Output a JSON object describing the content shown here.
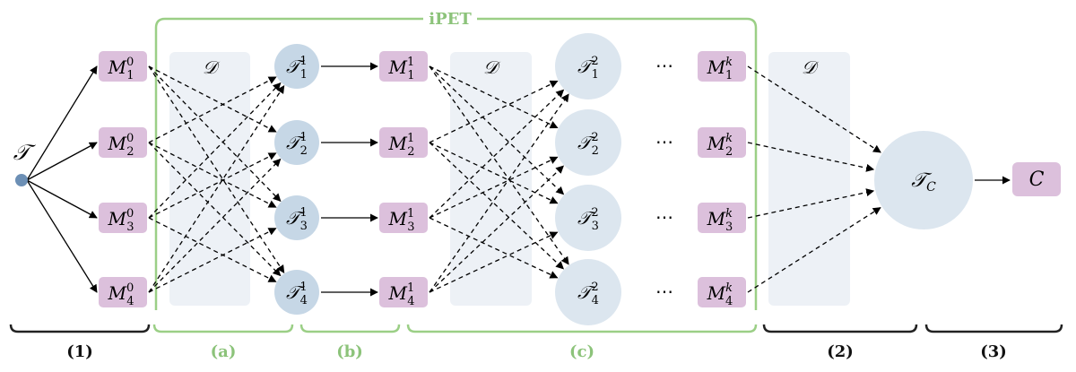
{
  "colors": {
    "green": "#9bcf86",
    "green_text": "#8cc37a",
    "m_box": "#dcc0dc",
    "t_circle": "#c6d7e6",
    "t_big": "#dce6ef",
    "d_panel": "#edf1f6",
    "dot": "#6c8fb5",
    "arrow": "#000000",
    "dark_brace": "#222222"
  },
  "ipet_label": "iPET",
  "task": {
    "symbol": "𝒯"
  },
  "dataset": {
    "symbol": "𝒟"
  },
  "columns": {
    "m0": [
      {
        "base": "M",
        "sub": "1",
        "sup": "0"
      },
      {
        "base": "M",
        "sub": "2",
        "sup": "0"
      },
      {
        "base": "M",
        "sub": "3",
        "sup": "0"
      },
      {
        "base": "M",
        "sub": "4",
        "sup": "0"
      }
    ],
    "t1": [
      {
        "base": "𝒯",
        "sub": "1",
        "sup": "1"
      },
      {
        "base": "𝒯",
        "sub": "2",
        "sup": "1"
      },
      {
        "base": "𝒯",
        "sub": "3",
        "sup": "1"
      },
      {
        "base": "𝒯",
        "sub": "4",
        "sup": "1"
      }
    ],
    "m1": [
      {
        "base": "M",
        "sub": "1",
        "sup": "1"
      },
      {
        "base": "M",
        "sub": "2",
        "sup": "1"
      },
      {
        "base": "M",
        "sub": "3",
        "sup": "1"
      },
      {
        "base": "M",
        "sub": "4",
        "sup": "1"
      }
    ],
    "t2": [
      {
        "base": "𝒯",
        "sub": "1",
        "sup": "2"
      },
      {
        "base": "𝒯",
        "sub": "2",
        "sup": "2"
      },
      {
        "base": "𝒯",
        "sub": "3",
        "sup": "2"
      },
      {
        "base": "𝒯",
        "sub": "4",
        "sup": "2"
      }
    ],
    "ellipsis": "⋯",
    "mk": [
      {
        "base": "M",
        "sub": "1",
        "sup": "k"
      },
      {
        "base": "M",
        "sub": "2",
        "sup": "k"
      },
      {
        "base": "M",
        "sub": "3",
        "sup": "k"
      },
      {
        "base": "M",
        "sub": "4",
        "sup": "k"
      }
    ]
  },
  "tc": {
    "base": "𝒯",
    "sub": "C"
  },
  "c_box": {
    "label": "C"
  },
  "braces": [
    {
      "label": "(1)",
      "style": "dark"
    },
    {
      "label": "(a)",
      "style": "green"
    },
    {
      "label": "(b)",
      "style": "green"
    },
    {
      "label": "(c)",
      "style": "green"
    },
    {
      "label": "(2)",
      "style": "dark"
    },
    {
      "label": "(3)",
      "style": "dark"
    }
  ]
}
